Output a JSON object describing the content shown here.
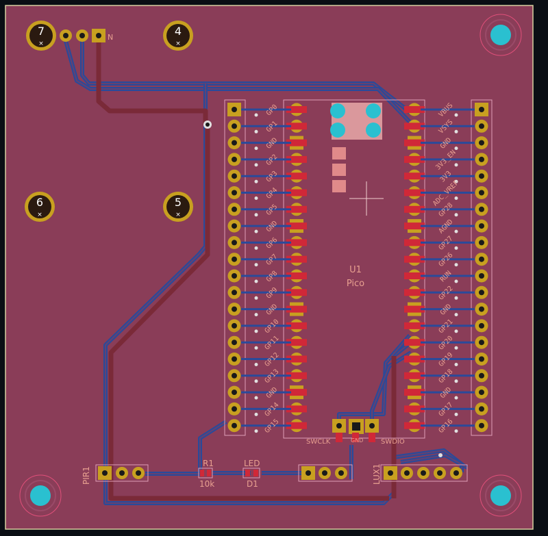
{
  "board": {
    "colors": {
      "background": "#0a0e14",
      "board_fill": "#8a3d58",
      "board_edge": "#d8d0a0",
      "copper_front": "#7a2a38",
      "copper_back": "#2a4a9a",
      "pad_gold": "#c8a020",
      "pad_red": "#d02838",
      "silk_back": "#e8a090",
      "silk_ref": "#ffffff",
      "courtyard": "#e0a0b8",
      "mount_cyan": "#2ac0d0"
    }
  },
  "mount_holes": [
    {
      "label": "7",
      "icon": "mount-hole-numbered-icon"
    },
    {
      "label": "4",
      "icon": "mount-hole-numbered-icon"
    },
    {
      "label": "6",
      "icon": "mount-hole-numbered-icon"
    },
    {
      "label": "5",
      "icon": "mount-hole-numbered-icon"
    }
  ],
  "corner_holes": [
    "top-right",
    "bottom-left",
    "bottom-right"
  ],
  "u1": {
    "ref": "U1",
    "value": "Pico"
  },
  "pico_left_labels": [
    "GP0",
    "GP1",
    "GND",
    "GP2",
    "GP3",
    "GP4",
    "GP5",
    "GND",
    "GP6",
    "GP7",
    "GP8",
    "GP9",
    "GND",
    "GP10",
    "GP11",
    "GP12",
    "GP13",
    "GND",
    "GP14",
    "GP15"
  ],
  "pico_right_labels": [
    "VBUS",
    "VSYS",
    "GND",
    "3V3_EN",
    "3V3",
    "ADC_VREF",
    "GP28",
    "AGND",
    "GP27",
    "GP26",
    "RUN",
    "GP22",
    "GND",
    "GP21",
    "GP20",
    "GP19",
    "GP18",
    "GND",
    "GP17",
    "GP16"
  ],
  "swd": {
    "clk": "SWCLK",
    "gnd": "GND",
    "dio": "SWDIO"
  },
  "components": {
    "pir": {
      "ref": "PIR1"
    },
    "r1": {
      "ref": "R1",
      "value": "10k"
    },
    "d1": {
      "ref": "D1",
      "value": "LED"
    },
    "lux": {
      "ref": "LUX1"
    },
    "top_conn_label": "N"
  }
}
